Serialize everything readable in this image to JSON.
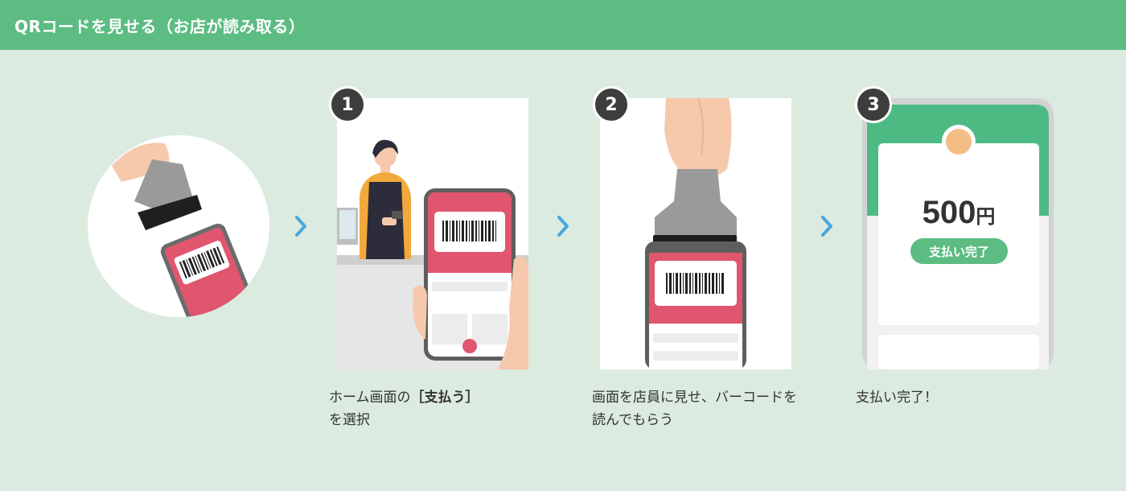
{
  "header": {
    "title": "QRコードを見せる（お店が読み取る）"
  },
  "steps": [
    {
      "number": "1",
      "caption_prefix": "ホーム画面の",
      "caption_strong": "［支払う］",
      "caption_suffix": "を選択"
    },
    {
      "number": "2",
      "caption": "画面を店員に見せ、バーコードを読んでもらう"
    },
    {
      "number": "3",
      "caption": "支払い完了！",
      "amount": "500",
      "amount_unit": "円",
      "status_label": "支払い完了"
    }
  ],
  "colors": {
    "header_bg": "#5cbc82",
    "page_bg": "#dcebe0",
    "accent_blue": "#4aa8e0",
    "app_red": "#e0566f",
    "badge_dark": "#3d3d3d"
  },
  "icons": {
    "step_arrow": "chevron-right-icon"
  }
}
